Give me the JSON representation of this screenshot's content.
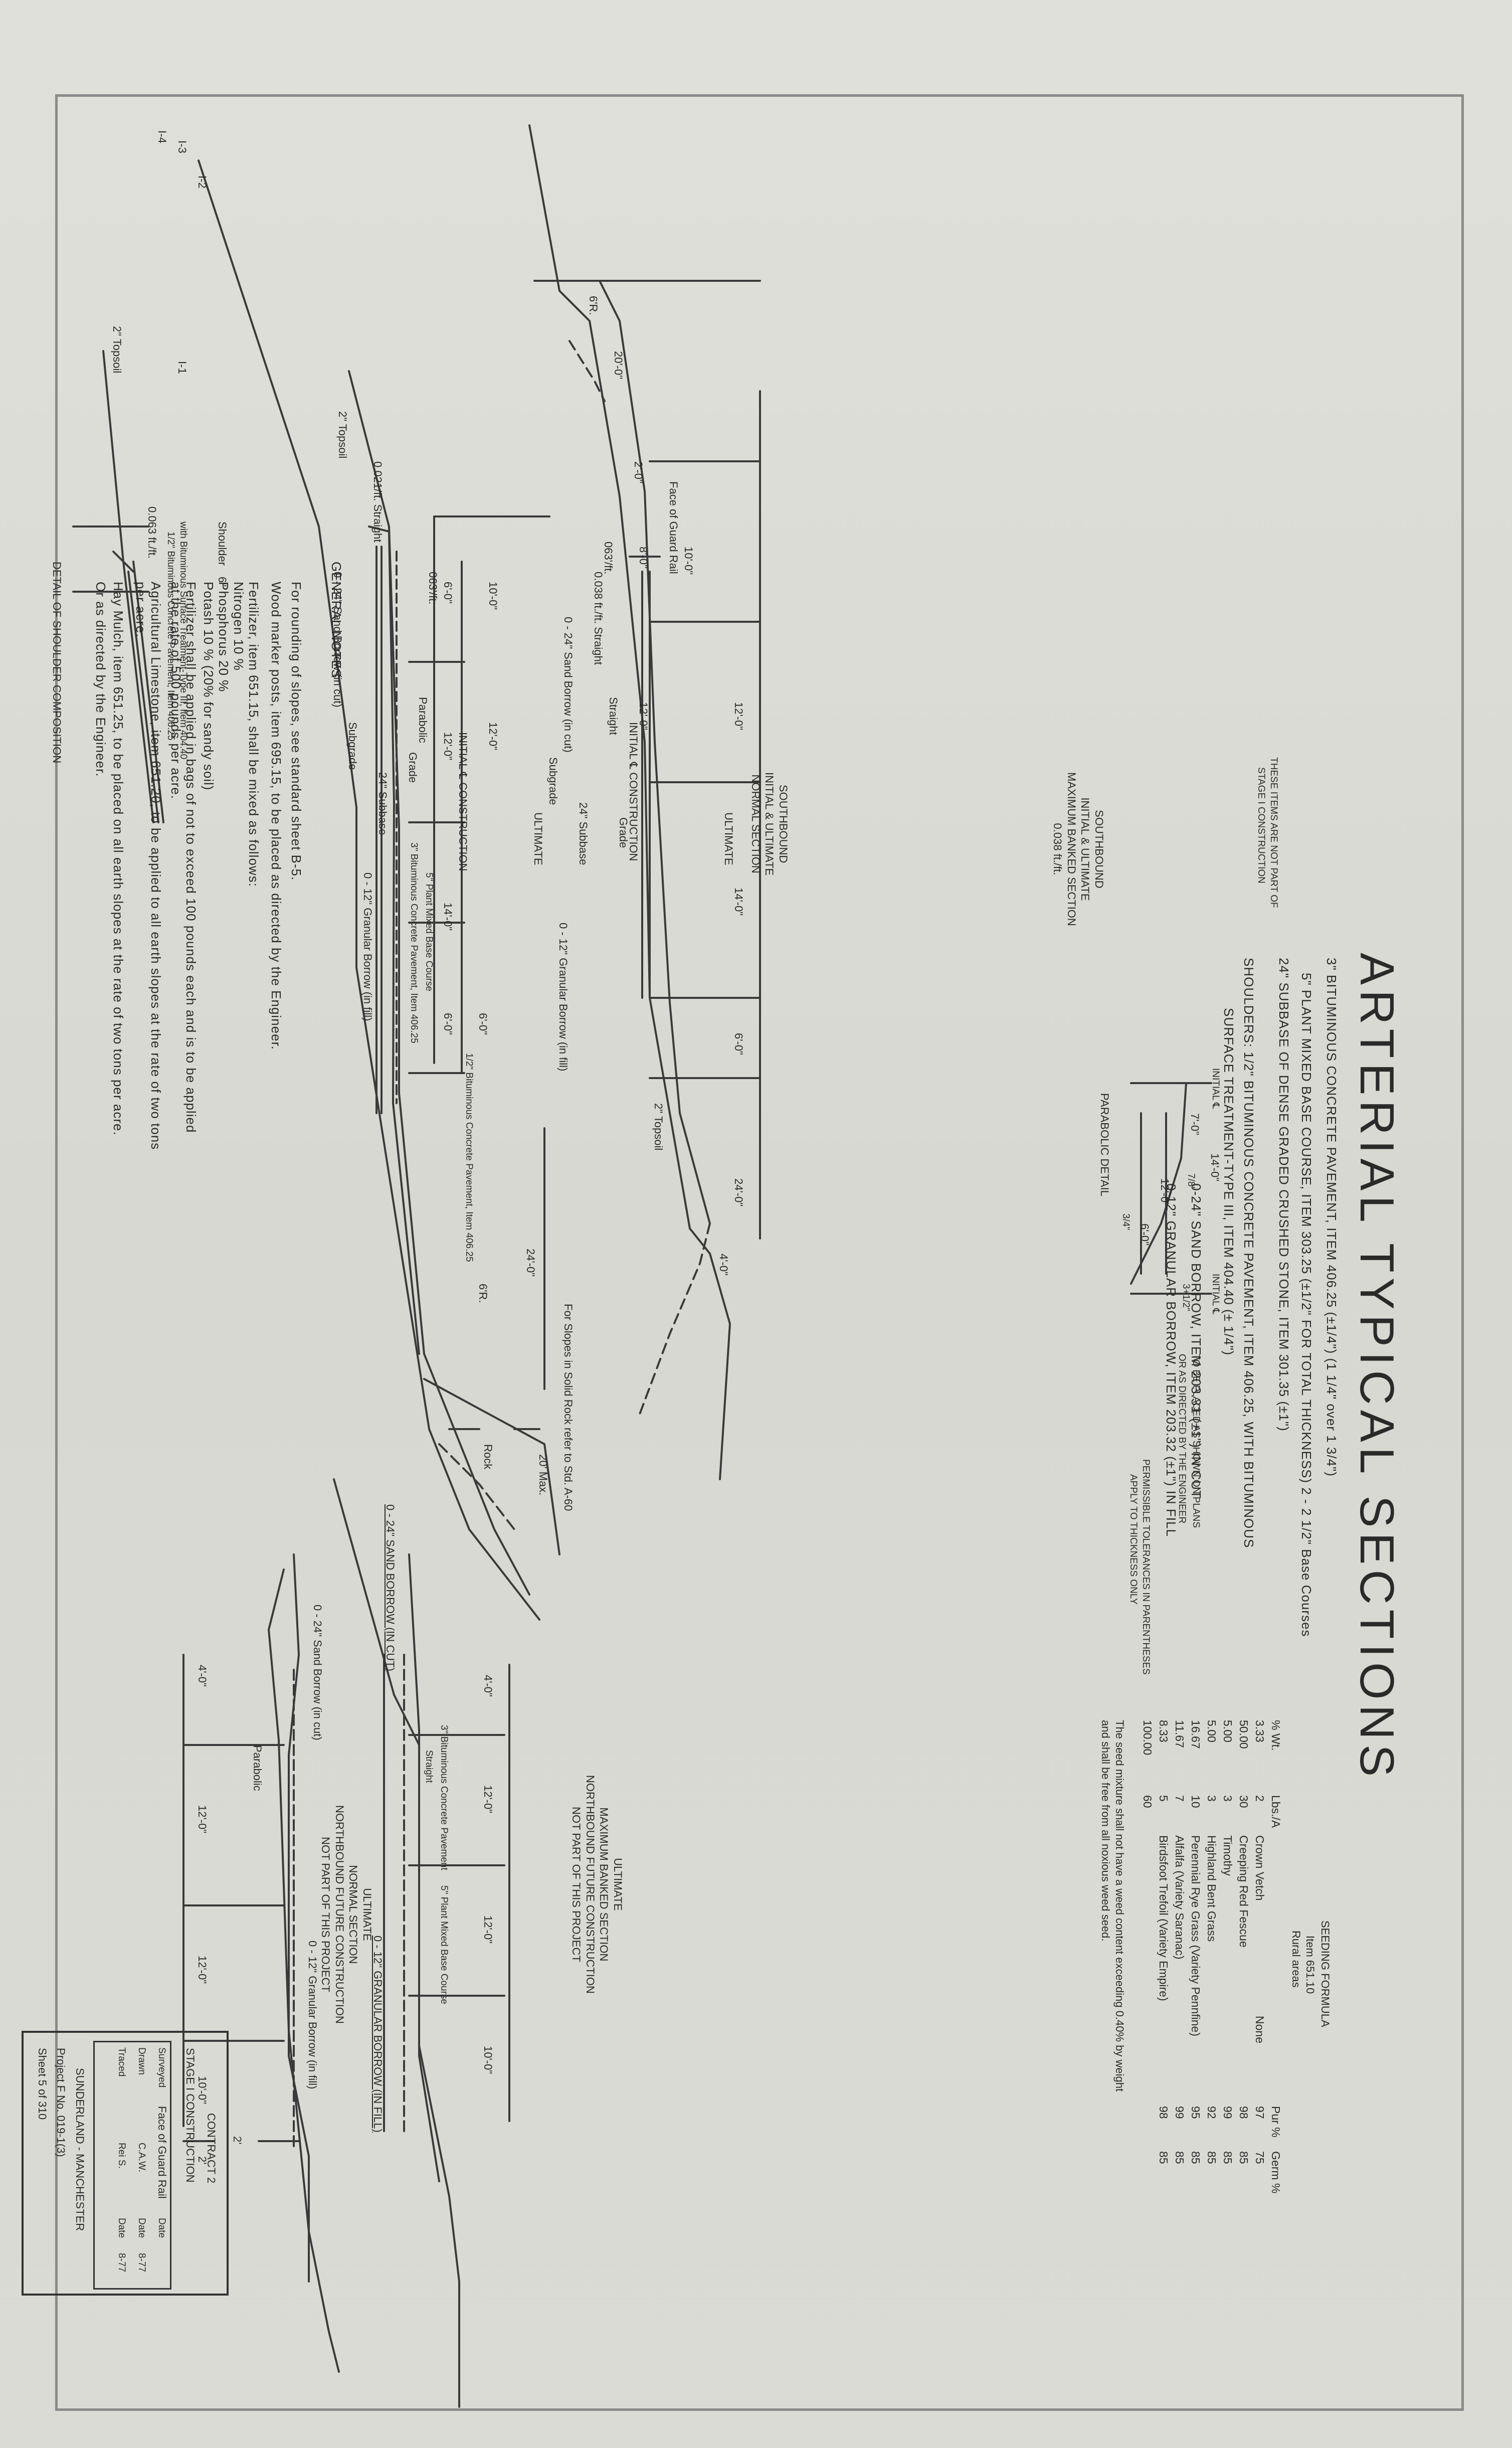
{
  "title": "ARTERIAL TYPICAL SECTIONS",
  "specs": {
    "lines": [
      "3\" BITUMINOUS CONCRETE PAVEMENT, ITEM 406.25 (±1/4\") (1 1/4\" over 1 3/4\")",
      "5\" PLANT MIXED BASE COURSE, ITEM 303.25 (±1/2\" FOR TOTAL THICKNESS) 2 - 2 1/2\" Base Courses",
      "24\" SUBBASE OF DENSE GRADED CRUSHED STONE, ITEM 301.35 (±1\")",
      "SHOULDERS: 1/2\" BITUMINOUS CONCRETE PAVEMENT, ITEM 406.25, WITH BITUMINOUS",
      "SURFACE TREATMENT-TYPE III, ITEM 404.40 (± 1/4\")",
      "0-24\" SAND BORROW, ITEM 203.31 (±1\") IN CUT",
      "0-12\" GRANULAR BORROW, ITEM 203.32 (±1\") IN FILL"
    ],
    "stage_note": [
      "THESE ITEMS ARE NOT PART OF",
      "STAGE I CONSTRUCTION"
    ],
    "placement_note": [
      "TO BE PLACED AS SHOWN ON PLANS",
      "OR AS DIRECTED BY THE ENGINEER"
    ],
    "tolerance_note": [
      "PERMISSIBLE TOLERANCES IN PARENTHESES",
      "APPLY TO THICKNESS ONLY"
    ]
  },
  "seeding": {
    "title": "SEEDING FORMULA",
    "item": "Item 651.10",
    "area": "Rural areas",
    "headers": [
      "% Wt.",
      "Lbs./A",
      "",
      "Pur %",
      "Germ %"
    ],
    "rows": [
      [
        "3.33",
        "2",
        "Crown Vetch",
        "None",
        "97",
        "75"
      ],
      [
        "50.00",
        "30",
        "Creeping Red Fescue",
        "",
        "98",
        "85"
      ],
      [
        "5.00",
        "3",
        "Timothy",
        "",
        "99",
        "85"
      ],
      [
        "5.00",
        "3",
        "Highland Bent Grass",
        "",
        "92",
        "85"
      ],
      [
        "16.67",
        "10",
        "Perennial Rye Grass (Variety Pennfine)",
        "",
        "95",
        "85"
      ],
      [
        "11.67",
        "7",
        "Alfalfa (Variety Saranac)",
        "",
        "99",
        "85"
      ],
      [
        "8.33",
        "5",
        "Birdsfoot Trefoil (Variety Empire)",
        "",
        "98",
        "85"
      ]
    ],
    "total_wt": "100.00",
    "total_lbs": "60",
    "note": [
      "The seed mixture shall not have a weed content exceeding 0.40% by weight",
      "and shall be free from all noxious weed seed."
    ]
  },
  "shoulder_detail": {
    "caption": "DETAIL OF SHOULDER COMPOSITION",
    "topsoil": "2\" Topsoil",
    "slope": "0.063 ft./ft.",
    "shoulder": "Shoulder",
    "dim": "6\"",
    "note1": "1/2\" Bituminous Concrete Pavement, Item 406.25",
    "note2": "with Bituminous Surface Treatment-Type III, Item 404.40"
  },
  "normal_section": {
    "caption": [
      "SOUTHBOUND",
      "INITIAL & ULTIMATE",
      "NORMAL SECTION"
    ],
    "ultimate": "ULTIMATE",
    "dims": [
      "10'-0\"",
      "6'-0\"",
      "12'-0\"",
      "12'-0\"",
      "14'-0\"",
      "6'-0\"",
      "6'-0\"",
      "24'-0\"",
      "20' Max."
    ],
    "labels": {
      "initial_construction": "INITIAL ℄ CONSTRUCTION",
      "topsoil": "2\" Topsoil",
      "slope1": "0.021/ft. Straight",
      "slope2": "063'/ft.",
      "parabolic": "Parabolic",
      "grade": "Grade",
      "subbase": "24\" Subbase",
      "subgrade": "Subgrade",
      "sand_borrow": "0 - 24\" Sand Borrow (in cut)",
      "granular_borrow": "0 - 12\" Granular Borrow (in fill)",
      "pavement": "3\" Bituminous Concrete Pavement, Item 406.25",
      "base": "5\" Plant Mixed Base Course",
      "shoulder_pav": "1/2\" Bituminous Concrete Pavement, Item 406.25",
      "rock": "Rock",
      "rock_note": "For Slopes in Solid Rock refer to Std. A-60",
      "sr": "6'R."
    }
  },
  "banked_section": {
    "caption": [
      "SOUTHBOUND",
      "INITIAL & ULTIMATE",
      "MAXIMUM BANKED SECTION",
      "0.038 ft./ft."
    ],
    "ultimate": "ULTIMATE",
    "dims": [
      "20'-0\"",
      "10'-0\"",
      "8'-0\"",
      "12'-0\"",
      "12'-0\"",
      "14'-0\"",
      "6'-0\"",
      "24'-0\"",
      "4'-0\"",
      "2'-0\""
    ],
    "labels": {
      "initial_construction": "INITIAL ℄ CONSTRUCTION",
      "guard_rail": "Face of Guard Rail",
      "slope": "0.038 ft./ft. Straight",
      "slope2": "063'/ft.",
      "straight": "Straight",
      "grade": "Grade",
      "subbase": "24\" Subbase",
      "subgrade": "Subgrade",
      "sand_borrow": "0 - 24\" Sand Borrow (in cut)",
      "granular_borrow": "0 - 12\" Granular Borrow (in fill)",
      "topsoil": "2\" Topsoil",
      "sr": "6'R."
    }
  },
  "nb_normal": {
    "caption": [
      "ULTIMATE",
      "NORMAL SECTION",
      "NORTHBOUND FUTURE CONSTRUCTION",
      "NOT PART OF THIS PROJECT"
    ],
    "dims": [
      "4'-0\"",
      "12'-0\"",
      "12'-0\"",
      "10'-0\"",
      "2'",
      "2'"
    ],
    "labels": {
      "sand_borrow": "0 - 24\" Sand Borrow (in cut)",
      "granular_borrow": "0 - 12\" Granular Borrow (in fill)",
      "parabolic": "Parabolic",
      "guard_rail": "Face of Guard Rail"
    }
  },
  "nb_banked": {
    "caption": [
      "ULTIMATE",
      "MAXIMUM BANKED SECTION",
      "NORTHBOUND FUTURE CONSTRUCTION",
      "NOT PART OF THIS PROJECT"
    ],
    "dims": [
      "4'-0\"",
      "12'-0\"",
      "12'-0\"",
      "10'-0\""
    ],
    "labels": {
      "sand_borrow": "0 - 24\" SAND BORROW (IN CUT)",
      "granular_borrow": "0 - 12\" GRANULAR BORROW (IN FILL)",
      "pavement": "3\" Bituminous Concrete Pavement",
      "straight": "Straight",
      "base": "5\" Plant Mixed Base Course"
    }
  },
  "parabolic_detail": {
    "caption": "PARABOLIC DETAIL",
    "dims": [
      "14'-0\"",
      "7'-0\"",
      "12'-0\"",
      "6'-0\""
    ],
    "labels": [
      "INITIAL ℄",
      "INITIAL ℄",
      "7/8\"",
      "3/4\"",
      "3+1/2\""
    ]
  },
  "general_notes": {
    "heading": "GENERAL NOTES",
    "lines": [
      "For rounding of slopes, see standard sheet B-5.",
      "Wood marker posts, item 695.15, to be placed as directed by the Engineer.",
      "Fertilizer, item 651.15, shall be mixed as follows:",
      "    Nitrogen      10 %",
      "    Phosphorus  20 %",
      "    Potash         10 %  (20% for sandy soil)",
      "Fertilizer shall be applied in bags of not to exceed 100 pounds each and is to be applied",
      "at the rate of 500 pounds per acre.",
      "Agricultural Limestone, item 651.20, to be applied to all earth slopes at the rate of two tons",
      "per acre.",
      "Hay Mulch, item 651.25, to be placed on all earth slopes at the rate of two tons per acre.",
      "Or as directed by the Engineer."
    ]
  },
  "title_block": {
    "contract": "CONTRACT 2",
    "stage": "STAGE I CONSTRUCTION",
    "rows": [
      {
        "label": "Surveyed",
        "by": "",
        "date": ""
      },
      {
        "label": "Drawn",
        "by": "C.A.W.",
        "date": "8-77"
      },
      {
        "label": "Traced",
        "by": "Rei S.",
        "date": "8-77"
      }
    ],
    "date_label": "Date",
    "location": "SUNDERLAND - MANCHESTER",
    "project": "Project F No. 019-1(3)",
    "sheet": "Sheet 5 of 310"
  },
  "line_labels": [
    "I-4",
    "I-3",
    "I-2",
    "I-1"
  ]
}
